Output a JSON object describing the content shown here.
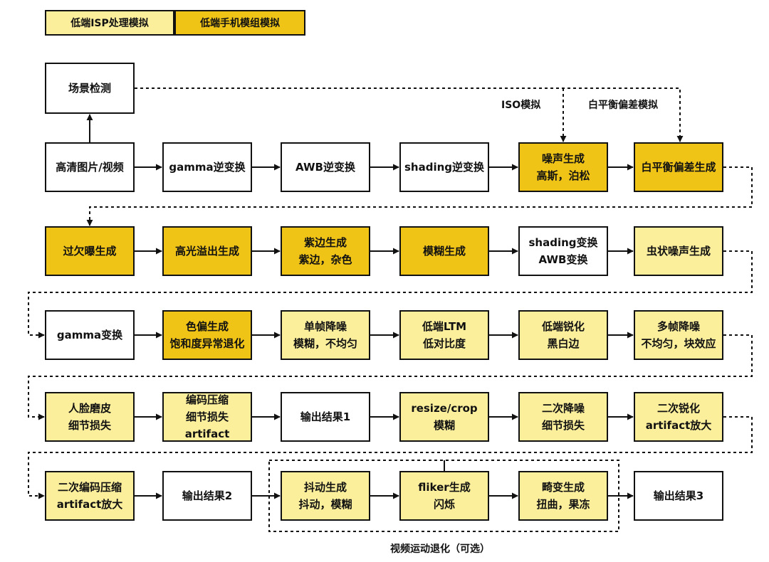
{
  "colors": {
    "white": "#ffffff",
    "light": "#fcef9c",
    "dark": "#f0c417",
    "line": "#111111"
  },
  "legend": [
    {
      "label": "低端ISP处理模拟",
      "style": "light"
    },
    {
      "label": "低端手机模组模拟",
      "style": "dark"
    }
  ],
  "labels": {
    "iso": "ISO模拟",
    "wb": "白平衡偏差模拟",
    "video_group": "视频运动退化（可选）"
  },
  "nodes": [
    {
      "id": "scene",
      "lines": [
        "场景检测"
      ],
      "style": "white"
    },
    {
      "id": "hd",
      "lines": [
        "高清图片/视频"
      ],
      "style": "white"
    },
    {
      "id": "gamma_inv",
      "lines": [
        "gamma逆变换"
      ],
      "style": "white"
    },
    {
      "id": "awb_inv",
      "lines": [
        "AWB逆变换"
      ],
      "style": "white"
    },
    {
      "id": "shading_inv",
      "lines": [
        "shading逆变换"
      ],
      "style": "white"
    },
    {
      "id": "noise",
      "lines": [
        "噪声生成",
        "高斯，泊松"
      ],
      "style": "dark"
    },
    {
      "id": "wb_gen",
      "lines": [
        "白平衡偏差生成"
      ],
      "style": "dark"
    },
    {
      "id": "exposure",
      "lines": [
        "过欠曝生成"
      ],
      "style": "dark"
    },
    {
      "id": "highlight",
      "lines": [
        "高光溢出生成"
      ],
      "style": "dark"
    },
    {
      "id": "fringe",
      "lines": [
        "紫边生成",
        "紫边，杂色"
      ],
      "style": "dark"
    },
    {
      "id": "blur",
      "lines": [
        "模糊生成"
      ],
      "style": "dark"
    },
    {
      "id": "shading_awb",
      "lines": [
        "shading变换",
        "AWB变换"
      ],
      "style": "white"
    },
    {
      "id": "worm",
      "lines": [
        "虫状噪声生成"
      ],
      "style": "light"
    },
    {
      "id": "gamma",
      "lines": [
        "gamma变换"
      ],
      "style": "white"
    },
    {
      "id": "color",
      "lines": [
        "色偏生成",
        "饱和度异常退化"
      ],
      "style": "dark"
    },
    {
      "id": "single_dn",
      "lines": [
        "单帧降噪",
        "模糊，不均匀"
      ],
      "style": "light"
    },
    {
      "id": "ltm",
      "lines": [
        "低端LTM",
        "低对比度"
      ],
      "style": "light"
    },
    {
      "id": "sharpen",
      "lines": [
        "低端锐化",
        "黑白边"
      ],
      "style": "light"
    },
    {
      "id": "multi_dn",
      "lines": [
        "多帧降噪",
        "不均匀，块效应"
      ],
      "style": "light"
    },
    {
      "id": "face",
      "lines": [
        "人脸磨皮",
        "细节损失"
      ],
      "style": "light"
    },
    {
      "id": "codec",
      "lines": [
        "编码压缩",
        "细节损失artifact"
      ],
      "style": "light"
    },
    {
      "id": "out1",
      "lines": [
        "输出结果1"
      ],
      "style": "white"
    },
    {
      "id": "resize",
      "lines": [
        "resize/crop",
        "模糊"
      ],
      "style": "light"
    },
    {
      "id": "dn2",
      "lines": [
        "二次降噪",
        "细节损失"
      ],
      "style": "light"
    },
    {
      "id": "sharp2",
      "lines": [
        "二次锐化",
        "artifact放大"
      ],
      "style": "light"
    },
    {
      "id": "codec2",
      "lines": [
        "二次编码压缩",
        "artifact放大"
      ],
      "style": "light"
    },
    {
      "id": "out2",
      "lines": [
        "输出结果2"
      ],
      "style": "white"
    },
    {
      "id": "shake",
      "lines": [
        "抖动生成",
        "抖动，模糊"
      ],
      "style": "light"
    },
    {
      "id": "flicker",
      "lines": [
        "fliker生成",
        "闪烁"
      ],
      "style": "light"
    },
    {
      "id": "distort",
      "lines": [
        "畸变生成",
        "扭曲，果冻"
      ],
      "style": "light"
    },
    {
      "id": "out3",
      "lines": [
        "输出结果3"
      ],
      "style": "white"
    }
  ]
}
